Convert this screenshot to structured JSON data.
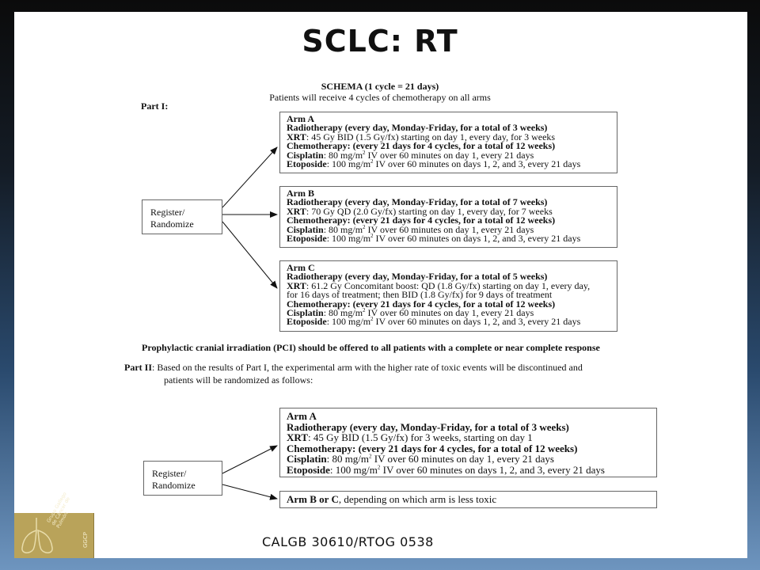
{
  "slide": {
    "title": "SCLC: RT",
    "footer": "CALGB 30610/RTOG 0538"
  },
  "schema": {
    "title": "SCHEMA (1 cycle = 21 days)",
    "subtitle": "Patients will receive 4 cycles of chemotherapy on all arms",
    "part1_label": "Part I:",
    "register_line1": "Register/",
    "register_line2": "Randomize",
    "arm_a": {
      "name": "Arm A",
      "rt_head": "Radiotherapy (every day, Monday-Friday, for a total of 3 weeks)",
      "xrt_label": "XRT",
      "xrt_text": ":  45 Gy BID (1.5 Gy/fx) starting on day 1, every day, for 3 weeks",
      "chemo_head": "Chemotherapy:  (every 21 days for 4 cycles, for a total of 12 weeks)",
      "cis_label": "Cisplatin",
      "cis_pre": ": 80 mg/m",
      "cis_sup": "2",
      "cis_post": " IV over 60 minutes on day 1, every 21 days",
      "eto_label": "Etoposide",
      "eto_pre": ": 100 mg/m",
      "eto_sup": "2",
      "eto_post": " IV over 60 minutes on days 1, 2, and 3, every 21 days"
    },
    "arm_b": {
      "name": "Arm B",
      "rt_head": "Radiotherapy (every day, Monday-Friday, for a total of 7 weeks)",
      "xrt_label": "XRT",
      "xrt_text": ":  70 Gy QD (2.0 Gy/fx) starting on day 1, every day, for 7 weeks",
      "chemo_head": "Chemotherapy:  (every 21 days for 4 cycles, for a total of 12 weeks)",
      "cis_label": "Cisplatin",
      "cis_pre": ": 80 mg/m",
      "cis_sup": "2",
      "cis_post": " IV over 60 minutes on day 1, every 21 days",
      "eto_label": "Etoposide",
      "eto_pre": ": 100 mg/m",
      "eto_sup": "2",
      "eto_post": " IV over 60 minutes on days 1, 2, and 3, every 21 days"
    },
    "arm_c": {
      "name": "Arm C",
      "rt_head": "Radiotherapy (every day, Monday-Friday, for a total of 5 weeks)",
      "xrt_label": "XRT",
      "xrt_text": ":  61.2 Gy Concomitant boost:  QD (1.8 Gy/fx) starting on day 1, every day,",
      "xrt_text2": "for 16 days of treatment; then BID (1.8 Gy/fx) for 9 days of treatment",
      "chemo_head": "Chemotherapy:  (every 21 days for 4 cycles, for a total of 12 weeks)",
      "cis_label": "Cisplatin",
      "cis_pre": ": 80 mg/m",
      "cis_sup": "2",
      "cis_post": " IV over 60 minutes on day 1, every 21 days",
      "eto_label": "Etoposide",
      "eto_pre": ": 100 mg/m",
      "eto_sup": "2",
      "eto_post": " IV over 60 minutes on days 1, 2, and 3, every 21 days"
    },
    "pci_note": "Prophylactic cranial irradiation (PCI) should be offered to all patients with a complete or near complete response",
    "part2_label": "Part II",
    "part2_line1": ":  Based on the results of Part I, the experimental arm with the higher rate of toxic events will be discontinued and",
    "part2_line2": "patients will be randomized as follows:",
    "p2_arm_a": {
      "name": "Arm A",
      "rt_head": "Radiotherapy (every day, Monday-Friday, for a total of 3 weeks)",
      "xrt_label": "XRT",
      "xrt_text": ":  45 Gy BID (1.5 Gy/fx) for 3 weeks, starting on day 1",
      "chemo_head": "Chemotherapy:  (every 21 days for 4 cycles, for a total of 12 weeks)",
      "cis_label": "Cisplatin",
      "cis_pre": ": 80 mg/m",
      "cis_sup": "2",
      "cis_post": " IV over 60 minutes on day 1, every 21 days",
      "eto_label": "Etoposide",
      "eto_pre": ": 100 mg/m",
      "eto_sup": "2",
      "eto_post": " IV over 60 minutes on days 1, 2, and 3, every 21 days"
    },
    "p2_arm_bc": {
      "name": "Arm B or C",
      "text": ", depending on which arm is less toxic"
    }
  },
  "logo": {
    "text": "Grupo Gallego de Cáncer de Pulmón",
    "abbr": "GGCP"
  }
}
